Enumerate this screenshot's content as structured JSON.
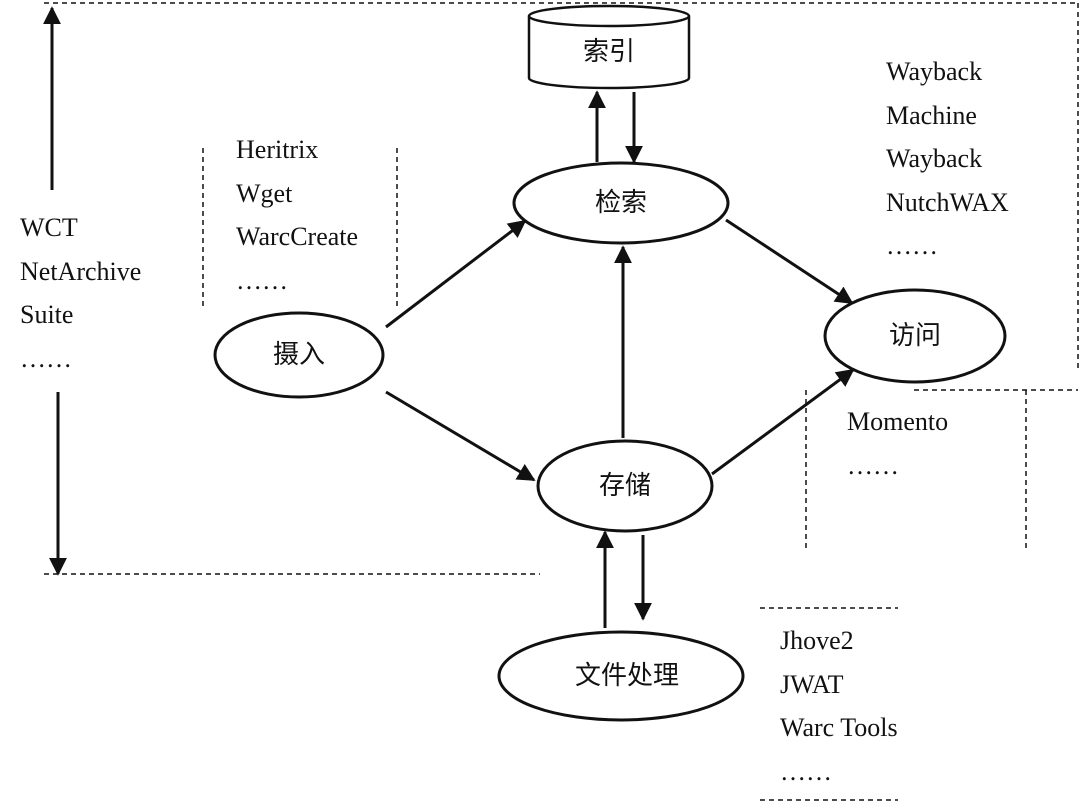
{
  "nodes": {
    "index": "索引",
    "retrieval": "检索",
    "ingest": "摄入",
    "access": "访问",
    "storage": "存储",
    "file_processing": "文件处理"
  },
  "tool_lists": {
    "left_tools": [
      "WCT",
      "NetArchive",
      "Suite",
      "……"
    ],
    "ingest_tools": [
      "Heritrix",
      "Wget",
      "WarcCreate",
      "……"
    ],
    "access_tools": [
      "Wayback",
      "Machine",
      "Wayback",
      "NutchWAX",
      "……"
    ],
    "momento_tools": [
      "Momento",
      "……"
    ],
    "file_tools": [
      "Jhove2",
      "JWAT",
      "Warc Tools",
      "……"
    ]
  },
  "colors": {
    "ink": "#111111",
    "background": "#ffffff"
  }
}
